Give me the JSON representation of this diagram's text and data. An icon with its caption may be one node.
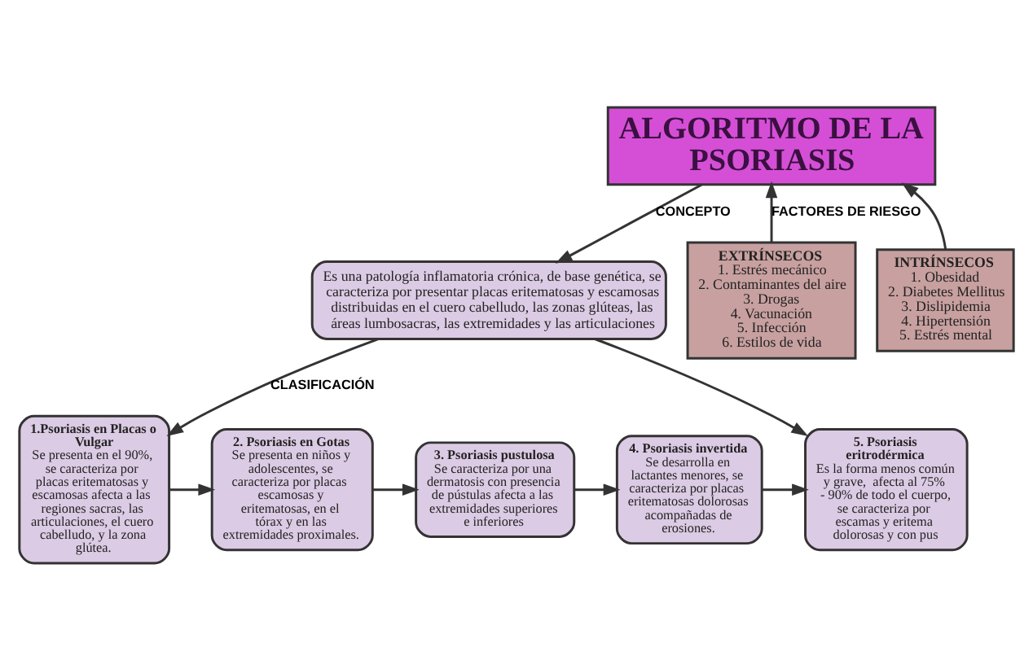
{
  "diagram": {
    "nodes": [
      {
        "text": [
          "ALGORITMO DE LA PSORIASIS"
        ]
      },
      {
        "text": [
          "EXTRÍNSECOS",
          "1. Estrés mecánico",
          "2. Contaminantes del aire",
          "3. Drogas",
          "4. Vacunación",
          "5. Infección",
          "6. Estilos de vida"
        ]
      },
      {
        "text": [
          "Es una patología inflamatoria crónica, de base genética, se caracteriza por presentar placas eritematosas y escamosas distribuidas en el cuero cabelludo, las zonas glúteas, las áreas lumbosacras, las extremidades y las articulaciones"
        ]
      },
      {
        "text": [
          "INTRÍNSECOS",
          "1. Obesidad",
          "2. Diabetes Mellitus",
          "3. Dislipidemia",
          "4. Hipertensión",
          "5. Estrés mental"
        ]
      },
      {
        "text": [
          "1.Psoriasis en Placas o Vulgar",
          "Se presenta en el 90%, se caracteriza por placas eritematosas y escamosas afecta a las regiones sacras, las articulaciones, el cuero cabelludo, y la zona glútea."
        ]
      },
      {
        "text": [
          "2. Psoriasis en Gotas",
          "Se presenta en niños y adolescentes, se caracteriza por placas escamosas y eritematosas, en el tórax y en las extremidades proximales."
        ]
      },
      {
        "text": [
          "3. Psoriasis pustulosa",
          "Se caracteriza por una dermatosis con presencia de pústulas afecta a las extremidades superiores e inferiores"
        ]
      },
      {
        "text": [
          "4. Psoriasis invertida",
          "Se desarrolla en lactantes menores, se caracteriza por placas eritematosas dolorosas acompañadas de erosiones."
        ]
      },
      {
        "text": [
          "5. Psoriasis eritrodérmica",
          "Es la forma menos común y grave,  afecta al 75% - 90% de todo el cuerpo, se caracteriza por escamas y eritema dolorosas y con pus"
        ]
      }
    ],
    "edges": [
      {
        "from": 1,
        "to": 0,
        "arrow": "to",
        "label": "FACTORES DE RIESGO"
      },
      {
        "from": 3,
        "to": 0,
        "arrow": "to"
      },
      {
        "from": 0,
        "to": 2,
        "arrow": "to",
        "label": "CONCEPTO"
      },
      {
        "from": 2,
        "to": 4,
        "arrow": "to",
        "label": "CLASIFICACIÓN"
      },
      {
        "from": 2,
        "to": 8,
        "arrow": "to"
      },
      {
        "from": 4,
        "to": 5,
        "arrow": "to"
      },
      {
        "from": 5,
        "to": 6,
        "arrow": "to"
      },
      {
        "from": 6,
        "to": 7,
        "arrow": "to"
      },
      {
        "from": 7,
        "to": 8,
        "arrow": "to"
      }
    ]
  }
}
